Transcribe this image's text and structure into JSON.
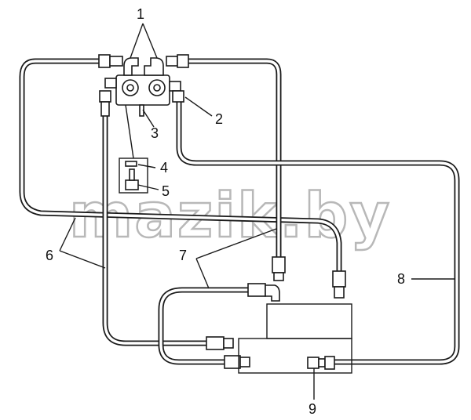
{
  "callouts": {
    "c1": "1",
    "c2": "2",
    "c3": "3",
    "c4": "4",
    "c5": "5",
    "c6": "6",
    "c7": "7",
    "c8": "8",
    "c9": "9"
  },
  "watermark": "mazik.by",
  "colors": {
    "line": "#1a1a1a",
    "watermark_outline": "#b8b8b8",
    "background": "#ffffff"
  }
}
